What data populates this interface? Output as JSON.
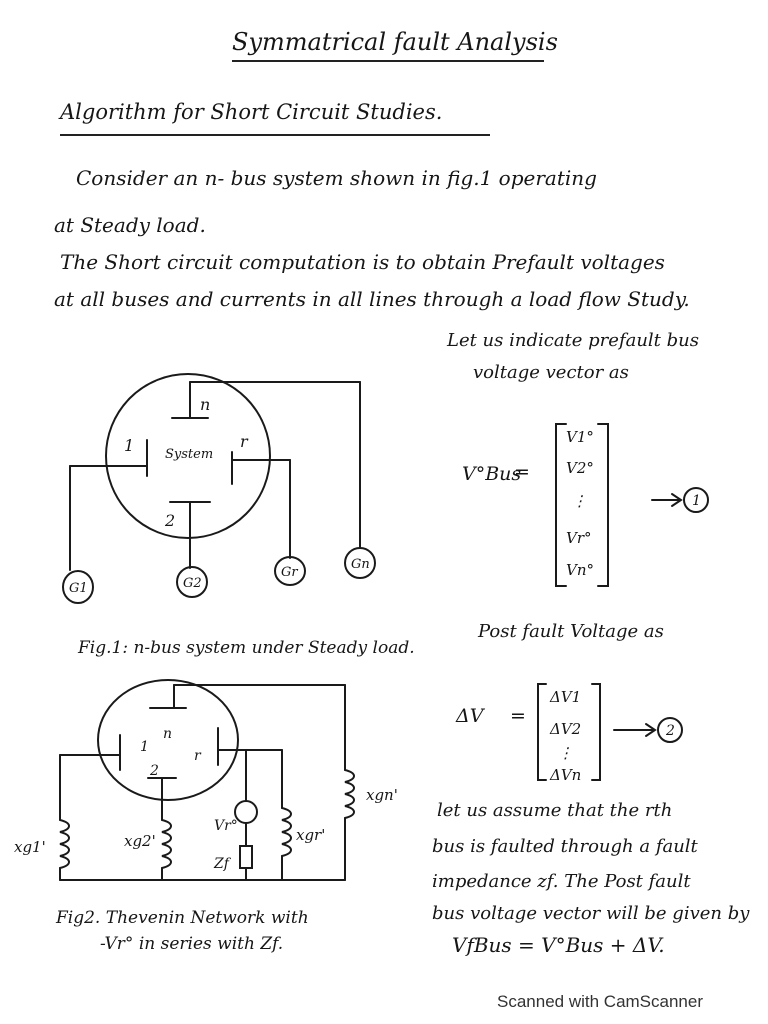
{
  "page": {
    "title": "Symmatrical fault Analysis",
    "heading": "Algorithm for Short Circuit Studies.",
    "body": [
      "Consider an n- bus system shown in fig.1 operating",
      "at Steady load.",
      "The Short circuit computation is to obtain Prefault voltages",
      "at all buses and currents in all lines through a load flow Study."
    ],
    "right_text": [
      "Let us indicate prefault bus",
      "voltage vector as",
      "Post fault Voltage as",
      "let us assume that the rth",
      "bus is faulted through a fault",
      "impedance zf. The Post fault",
      "bus voltage vector will be given by"
    ],
    "captions": [
      "Fig.1: n-bus system under Steady load.",
      "Fig2. Thevenin Network with",
      "-Vr° in series with Zf."
    ],
    "footer": "Scanned with CamScanner"
  },
  "fig1": {
    "system_label": "System",
    "bus_labels": [
      "1",
      "2",
      "r",
      "n"
    ],
    "generators": [
      "G1",
      "G2",
      "Gr",
      "Gn"
    ]
  },
  "fig2": {
    "bus_labels": [
      "1",
      "2",
      "r",
      "n"
    ],
    "reactances": [
      "xg1'",
      "xg2'",
      "xgr'",
      "xgn'"
    ],
    "source": "Vr°",
    "impedance": "Zf"
  },
  "equations": {
    "eq1_lhs": "V°Bus",
    "eq1_entries": [
      "V1°",
      "V2°",
      "⋮",
      "Vr°",
      "Vn°"
    ],
    "eq1_num": "1",
    "eq2_lhs": "ΔV",
    "eq2_entries": [
      "ΔV1",
      "ΔV2",
      "⋮",
      "ΔVn"
    ],
    "eq2_num": "2",
    "eq3": "VfBus = V°Bus + ΔV."
  }
}
